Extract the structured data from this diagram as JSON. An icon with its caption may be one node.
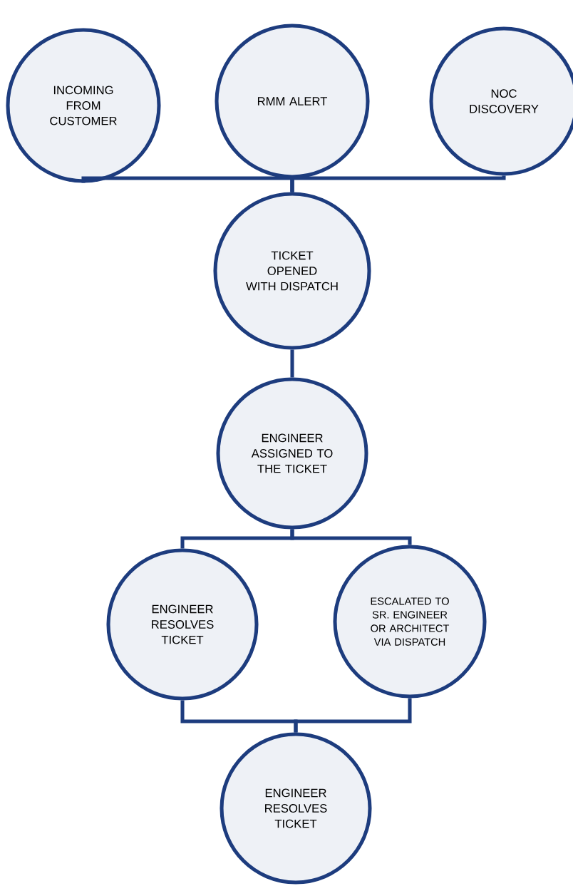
{
  "diagram": {
    "nodes": [
      {
        "text": [
          "INCOMING FROM CUSTOMER"
        ]
      },
      {
        "text": [
          "RMM ALERT"
        ]
      },
      {
        "text": [
          "NOC DISCOVERY"
        ]
      },
      {
        "text": [
          "TICKET OPENED WITH DISPATCH"
        ]
      },
      {
        "text": [
          "ENGINEER ASSIGNED TO THE TICKET"
        ]
      },
      {
        "text": [
          "ENGINEER RESOLVES TICKET"
        ]
      },
      {
        "text": [
          "ESCALATED TO SR. ENGINEER OR ARCHITECT VIA DISPATCH"
        ]
      },
      {
        "text": [
          "ENGINEER RESOLVES TICKET"
        ]
      }
    ],
    "edges": [
      {
        "from": 0,
        "to": 3,
        "arrow": "none"
      },
      {
        "from": 1,
        "to": 3,
        "arrow": "none"
      },
      {
        "from": 2,
        "to": 3,
        "arrow": "none"
      },
      {
        "from": 3,
        "to": 4,
        "arrow": "none"
      },
      {
        "from": 4,
        "to": 5,
        "arrow": "none"
      },
      {
        "from": 4,
        "to": 6,
        "arrow": "none"
      },
      {
        "from": 5,
        "to": 7,
        "arrow": "none"
      },
      {
        "from": 6,
        "to": 7,
        "arrow": "none"
      }
    ]
  }
}
